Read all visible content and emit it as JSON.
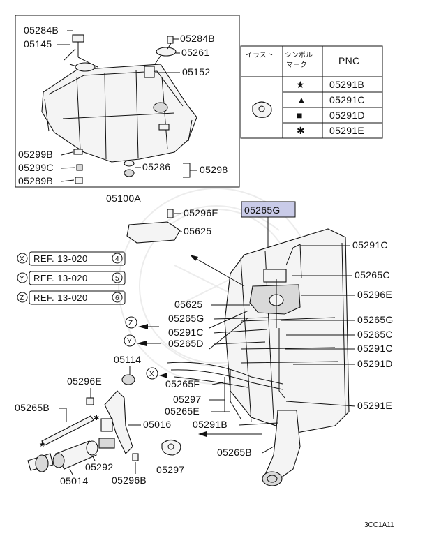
{
  "diagram_code": "3CC1A11",
  "highlight_color": "#c9cbe8",
  "legend_table": {
    "headers": [
      "イラスト",
      "シンボル\nマーク",
      "PNC"
    ],
    "header_col1": "イラスト",
    "header_col2_line1": "シンボル",
    "header_col2_line2": "マーク",
    "header_col3": "PNC",
    "rows": [
      {
        "symbol": "★",
        "pnc": "05291B"
      },
      {
        "symbol": "▲",
        "pnc": "05291C"
      },
      {
        "symbol": "■",
        "pnc": "05291D"
      },
      {
        "symbol": "✱",
        "pnc": "05291E"
      }
    ]
  },
  "references": [
    {
      "circle": "X",
      "text": "REF. 13-020",
      "page": "4"
    },
    {
      "circle": "Y",
      "text": "REF. 13-020",
      "page": "5"
    },
    {
      "circle": "Z",
      "text": "REF. 13-020",
      "page": "6"
    }
  ],
  "callout_circles": {
    "z": "Z",
    "y": "Y",
    "x": "X"
  },
  "part_labels": {
    "l05284B_left": "05284B",
    "l05145": "05145",
    "l05284B_right": "05284B",
    "l05261": "05261",
    "l05152": "05152",
    "l05299B": "05299B",
    "l05299C": "05299C",
    "l05289B": "05289B",
    "l05286": "05286",
    "l05298": "05298",
    "l05100A": "05100A",
    "l05265G_highlight": "05265G",
    "l05296E_top": "05296E",
    "l05625_top": "05625",
    "l05291C_1": "05291C",
    "l05265C_1": "05265C",
    "l05296E_right": "05296E",
    "l05625_mid": "05625",
    "l05265G_left": "05265G",
    "l05265G_right": "05265G",
    "l05291C_left": "05291C",
    "l05265C_2": "05265C",
    "l05265D": "05265D",
    "l05291C_2": "05291C",
    "l05114": "05114",
    "l05291D": "05291D",
    "l05296E_lower": "05296E",
    "l05265F": "05265F",
    "l05297_mid": "05297",
    "l05265E": "05265E",
    "l05291E": "05291E",
    "l05265B_left": "05265B",
    "l05016": "05016",
    "l05291B": "05291B",
    "l05292": "05292",
    "l05014": "05014",
    "l05296B": "05296B",
    "l05297_bottom": "05297",
    "l05265B_bottom": "05265B"
  }
}
